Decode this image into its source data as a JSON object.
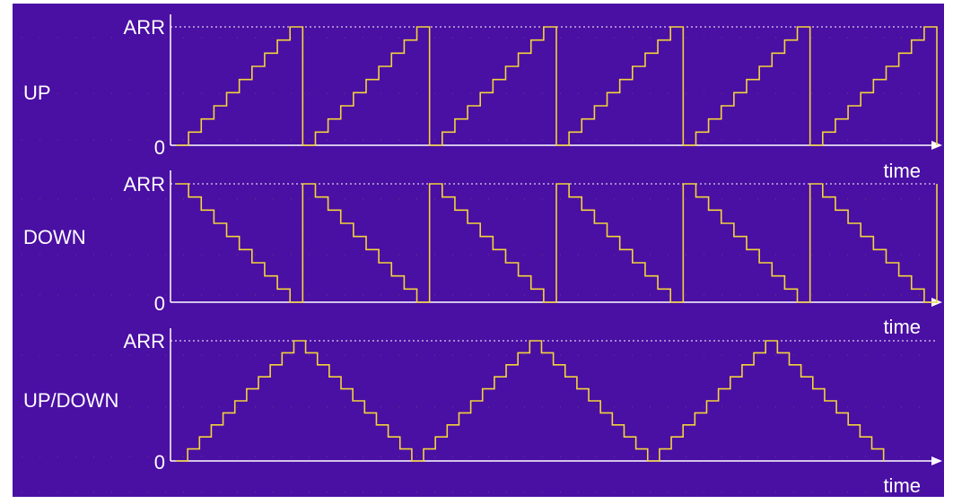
{
  "colors": {
    "background": "#4a0fa3",
    "signal": "#f2d43a",
    "axis": "#ffffff",
    "grid_dots": "#8a6d55"
  },
  "chart_data": [
    {
      "type": "line",
      "title": "",
      "row_label": "UP",
      "xlabel": "time",
      "ylabel": "",
      "y_ticks": [
        "0",
        "ARR"
      ],
      "pattern": "up",
      "periods": 6,
      "steps_per_period": 10,
      "ylim": [
        0,
        1
      ],
      "arr_level": 1
    },
    {
      "type": "line",
      "title": "",
      "row_label": "DOWN",
      "xlabel": "time",
      "ylabel": "",
      "y_ticks": [
        "0",
        "ARR"
      ],
      "pattern": "down",
      "periods": 6,
      "steps_per_period": 10,
      "ylim": [
        0,
        1
      ],
      "arr_level": 1
    },
    {
      "type": "line",
      "title": "",
      "row_label": "UP/DOWN",
      "xlabel": "time",
      "ylabel": "",
      "y_ticks": [
        "0",
        "ARR"
      ],
      "pattern": "updown",
      "periods": 3,
      "steps_per_period": 20,
      "ylim": [
        0,
        1
      ],
      "arr_level": 1
    }
  ]
}
